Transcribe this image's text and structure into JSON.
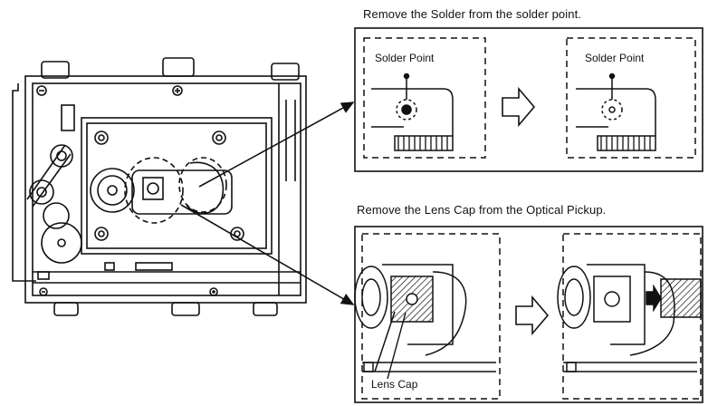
{
  "captions": {
    "step1": "Remove the Solder from the solder point.",
    "step2": "Remove the Lens Cap from the Optical Pickup."
  },
  "labels": {
    "solder_point_before": "Solder Point",
    "solder_point_after": "Solder Point",
    "lens_cap": "Lens Cap"
  },
  "icons": {
    "transition_arrow": "hollow-right-arrow-icon"
  },
  "colors": {
    "line": "#111111",
    "background": "#ffffff"
  }
}
